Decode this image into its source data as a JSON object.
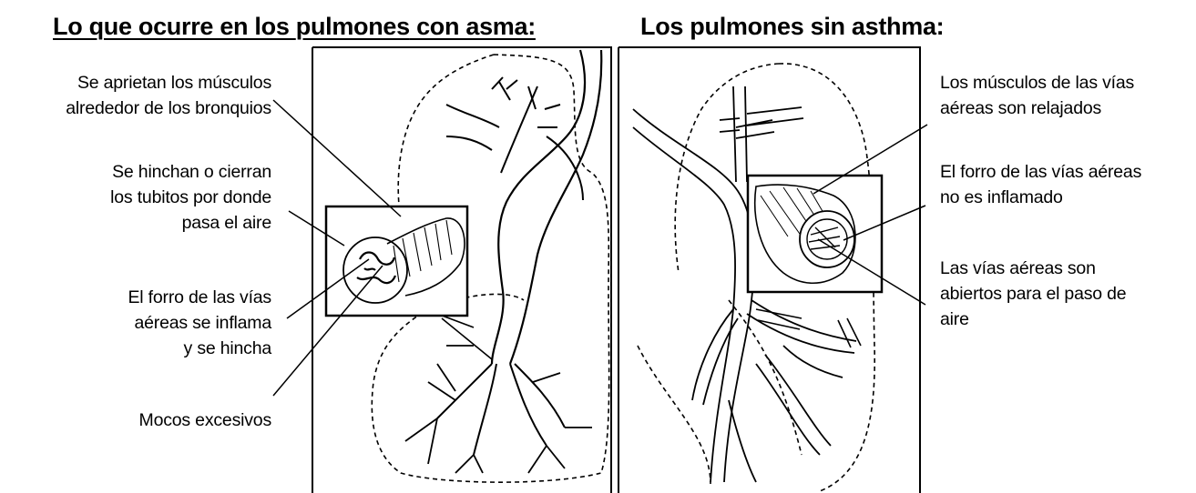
{
  "titles": {
    "left": {
      "pre": "Lo que ocurre en los ",
      "underlined": "pulmones",
      "post": " con asma:"
    },
    "right": "Los pulmones sin asthma:"
  },
  "labels_left": {
    "muscles": [
      "Se aprietan los músculos",
      "alrededor de los bronquios"
    ],
    "tubes": [
      "Se hinchan o cierran",
      "los tubitos por donde",
      "pasa el aire"
    ],
    "lining": [
      "El forro de las vías",
      "aéreas se inflama",
      "y se hincha"
    ],
    "mucus": [
      "Mocos excesivos"
    ]
  },
  "labels_right": {
    "muscles": [
      "Los músculos de las vías",
      "aéreas son relajados"
    ],
    "lining": [
      "El forro de las vías aéreas",
      "no es inflamado"
    ],
    "open": [
      "Las vías aéreas son",
      "abiertos para el paso de",
      "aire"
    ]
  }
}
